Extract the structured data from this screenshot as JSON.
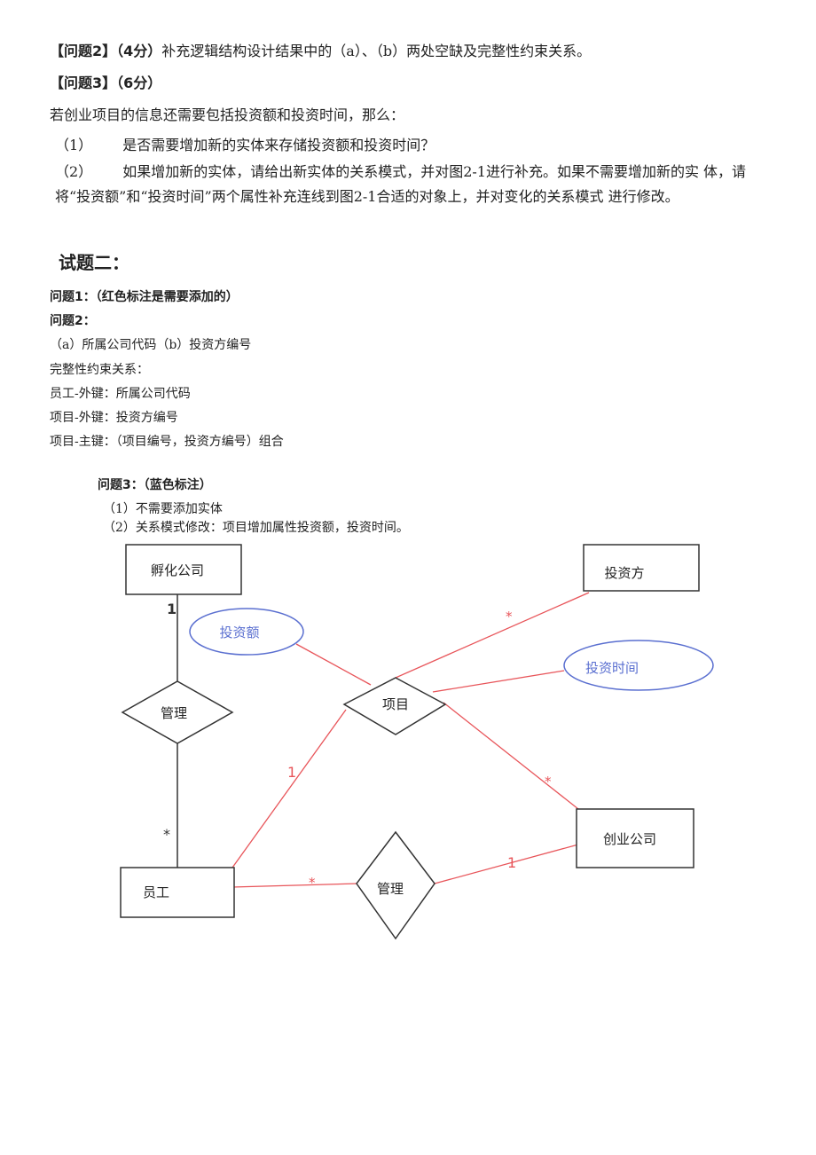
{
  "question2": {
    "label": "【问题2】",
    "score": "（4分）",
    "text": "补充逻辑结构设计结果中的（a）、（b）两处空缺及完整性约束关系。"
  },
  "question3": {
    "label": "【问题3】",
    "score": "（6分）",
    "intro": "若创业项目的信息还需要包括投资额和投资时间，那么：",
    "item1_num": "（1）",
    "item1_text": "是否需要增加新的实体来存储投资额和投资时间？",
    "item2_num": "（2）",
    "item2_text": "如果增加新的实体，请给出新实体的关系模式，并对图2-1进行补充。如果不需要增加新的实 体，请将“投资额”和“投资时间”两个属性补充连线到图2-1合适的对象上，并对变化的关系模式 进行修改。"
  },
  "section_title": "试题二：",
  "answers": {
    "q1": "问题1：（红色标注是需要添加的）",
    "q2": "问题2：",
    "q2_ab": "（a）所属公司代码（b）投资方编号",
    "q2_constraint_title": "完整性约束关系：",
    "q2_c1": "员工-外键：所属公司代码",
    "q2_c2": "项目-外键：投资方编号",
    "q2_c3": "项目-主键：（项目编号，投资方编号）组合",
    "q3": "问题3：（蓝色标注）",
    "q3_1": "（1）不需要添加实体",
    "q3_2": "（2）关系模式修改：项目增加属性投资额，投资时间。"
  },
  "diagram": {
    "entities": {
      "incubator": "孵化公司",
      "investor": "投资方",
      "startup": "创业公司",
      "employee": "员工"
    },
    "relations": {
      "project": "项目",
      "manage_left": "管理",
      "manage_bottom": "管理"
    },
    "attributes": {
      "amount": "投资额",
      "time": "投资时间"
    },
    "cardinality": {
      "incubator_manage": "1",
      "employee_manage": "*",
      "investor_project": "*",
      "startup_project": "*",
      "employee_project": "1",
      "employee_manage2": "*",
      "startup_manage2": "1"
    },
    "colors": {
      "black": "#333333",
      "red": "#e8555a",
      "blue": "#5a6fd0"
    }
  }
}
